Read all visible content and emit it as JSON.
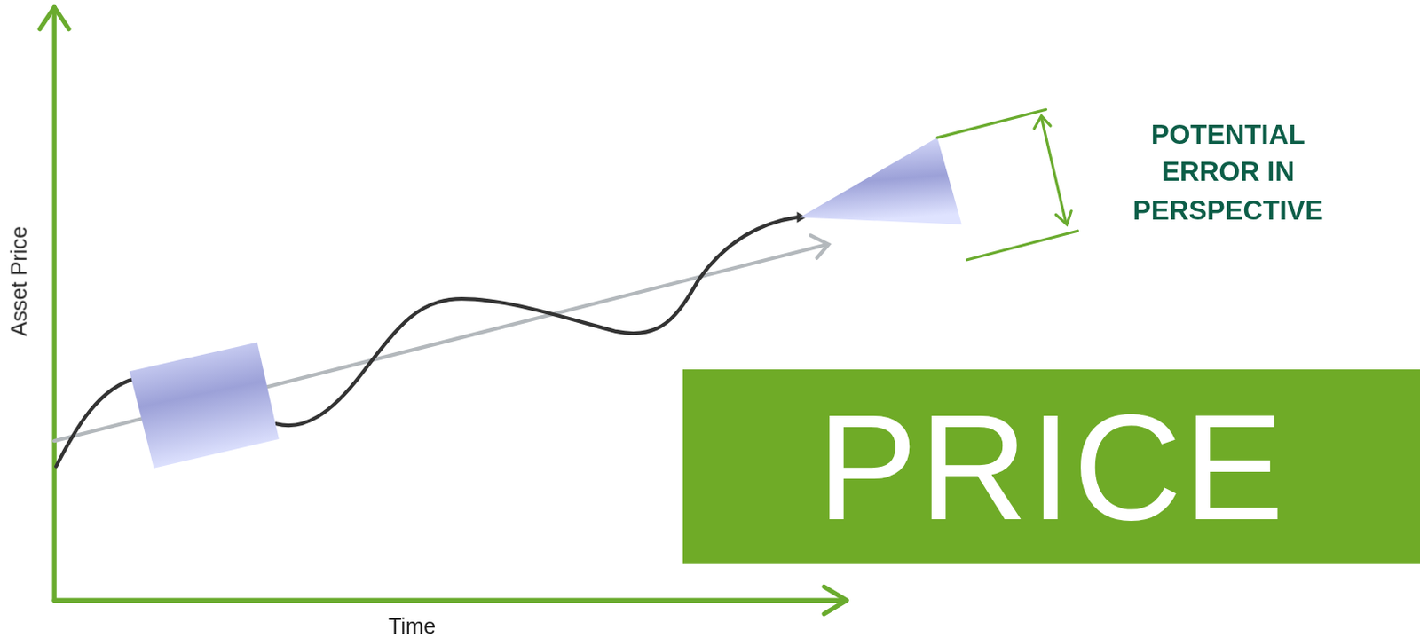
{
  "diagram": {
    "nodes": [
      {
        "text": [
          "PRICE"
        ]
      }
    ],
    "labels": [
      "Asset Price",
      "Time",
      "POTENTIAL ERROR IN PERSPECTIVE"
    ]
  }
}
